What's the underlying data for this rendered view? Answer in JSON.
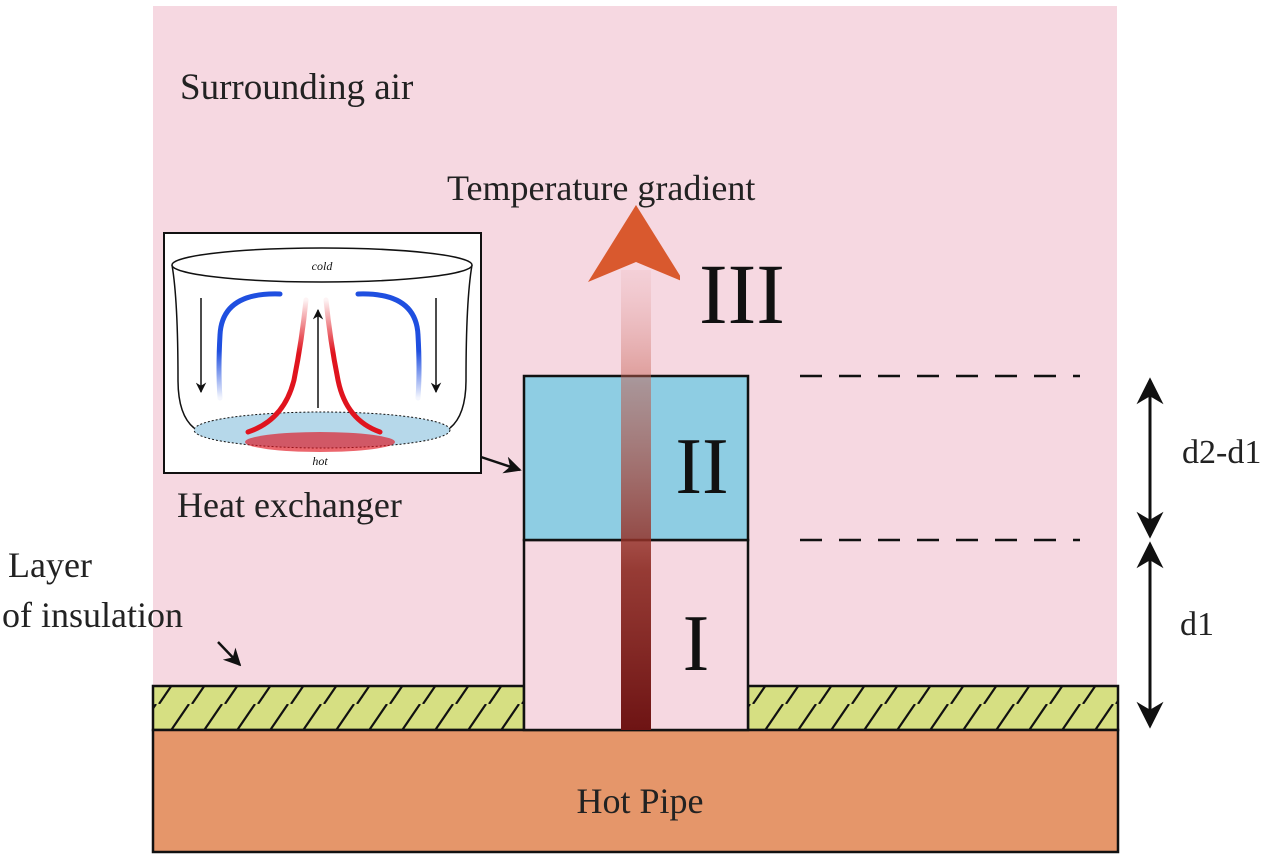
{
  "labels": {
    "surrounding_air": "Surrounding air",
    "temperature_gradient": "Temperature gradient",
    "region_3": "III",
    "region_2": "II",
    "region_1": "I",
    "dim_upper": "d2-d1",
    "dim_lower": "d1",
    "heat_exchanger": "Heat exchanger",
    "insulation_line1": "Layer",
    "insulation_line2": "of insulation",
    "hot_pipe": "Hot Pipe"
  },
  "inset": {
    "cold": "cold",
    "hot": "hot"
  },
  "colors": {
    "air": "#f6d8e1",
    "exchanger": "#8ecde3",
    "insulation": "#d6df82",
    "pipe": "#e5966a",
    "arrow_head": "#d9592e",
    "arrow_base": "#6e1414",
    "cold_flow": "#1f4fe0",
    "hot_flow": "#e0141e"
  }
}
